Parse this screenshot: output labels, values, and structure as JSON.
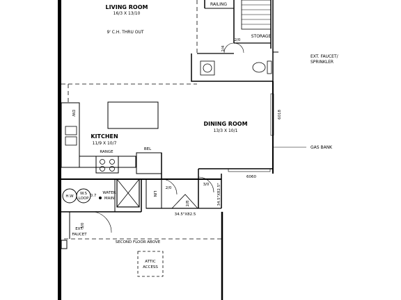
{
  "rooms": {
    "living": {
      "name": "LIVING ROOM",
      "size": "16/3 X 13/10",
      "note": "9' C.H. THRU OUT"
    },
    "kitchen": {
      "name": "KITCHEN",
      "size": "11/9 X 10/7"
    },
    "dining": {
      "name": "DINING ROOM",
      "size": "13/3 X 10/1"
    }
  },
  "labels": {
    "railing": "RAILING",
    "storage": "STORAGE",
    "ext_faucet_sprinkler_1": "EXT. FAUCET/",
    "ext_faucet_sprinkler_2": "SPRINKLER",
    "gas_bank": "GAS BANK",
    "range": "RANGE",
    "bel": "BEL",
    "dw": "DW",
    "hw": "H.W",
    "ws_1": "W.S",
    "ws_2": "LOOP",
    "point7": "0.7",
    "water_1": "WATER",
    "water_2": "MAIN",
    "ext_faucet_1": "EXT.",
    "ext_faucet_2": "FAUCET",
    "second_floor": "SECOND FLOOR ABOVE",
    "attic_1": "ATTIC",
    "attic_2": "ACCESS",
    "lin": "LIN"
  },
  "doors": {
    "d_2_0_top": "2/0",
    "d_2_4": "2/4",
    "d_2_0_mid": "2/0",
    "d_2_8": "2/8",
    "d_3_0_mid": "3/0",
    "d_3_0_left": "3/0",
    "d_size_1": "34.5\"X82.5\"",
    "d_size_2": "34.5\"X82.5"
  },
  "windows": {
    "w_6018": "6018",
    "w_6060": "6060"
  }
}
